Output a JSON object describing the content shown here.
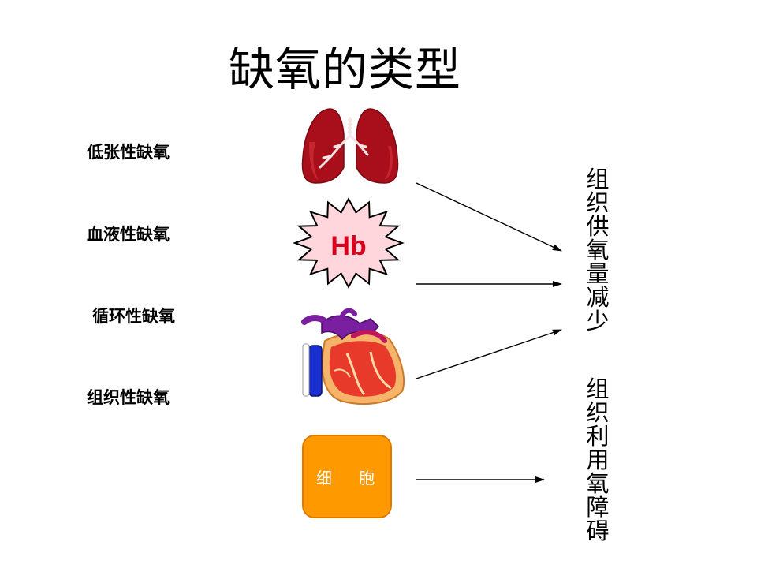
{
  "title": "缺氧的类型",
  "types": [
    {
      "label": "低张性缺氧"
    },
    {
      "label": "血液性缺氧"
    },
    {
      "label": "循环性缺氧"
    },
    {
      "label": "组织性缺氧"
    }
  ],
  "starburst_label": "Hb",
  "cell_label": "细  胞",
  "outcomes": [
    {
      "chars": [
        "组",
        "织",
        "供",
        "氧",
        "量",
        "减",
        "少"
      ]
    },
    {
      "chars": [
        "组",
        "织",
        "利",
        "用",
        "氧",
        "障",
        "碍"
      ]
    }
  ],
  "colors": {
    "lung": "#a80f1a",
    "starburst_fill": "#ffd6dc",
    "hb_text": "#d8001c",
    "cell_box": "#ff9900",
    "vessel_blue": "#1a2fd0",
    "vessel_purple": "#7a1fa0"
  }
}
